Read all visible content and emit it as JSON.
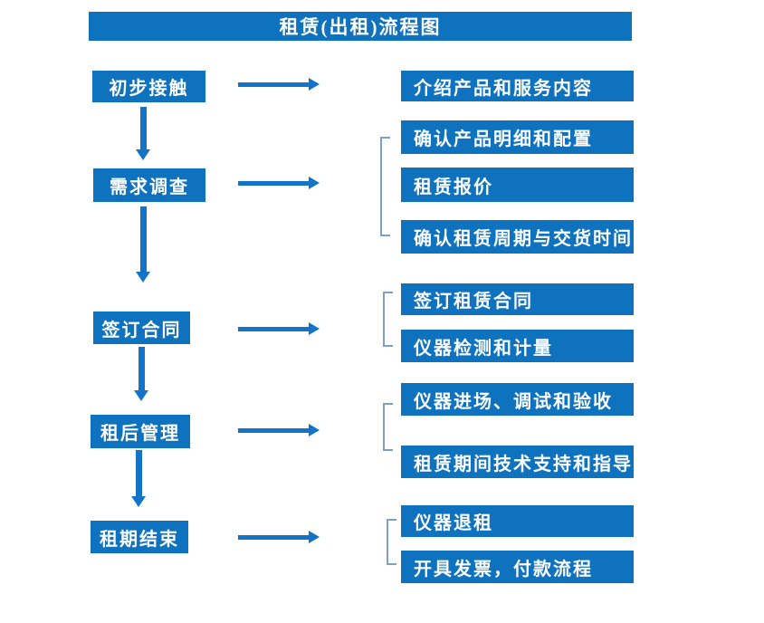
{
  "title": "租赁(出租)流程图",
  "colors": {
    "box_blue": "#0f72be",
    "arrow_blue": "#1373c8",
    "bracket_blue": "#7d9fca",
    "text_white": "#ffffff",
    "background": "#ffffff"
  },
  "flow": [
    {
      "step": "初步接触",
      "details": [
        "介绍产品和服务内容"
      ]
    },
    {
      "step": "需求调查",
      "details": [
        "确认产品明细和配置",
        "租赁报价",
        "确认租赁周期与交货时间"
      ]
    },
    {
      "step": "签订合同",
      "details": [
        "签订租赁合同",
        "仪器检测和计量"
      ]
    },
    {
      "step": "租后管理",
      "details": [
        "仪器进场、调试和验收",
        "租赁期间技术支持和指导"
      ]
    },
    {
      "step": "租期结束",
      "details": [
        "仪器退租",
        "开具发票，付款流程"
      ]
    }
  ]
}
